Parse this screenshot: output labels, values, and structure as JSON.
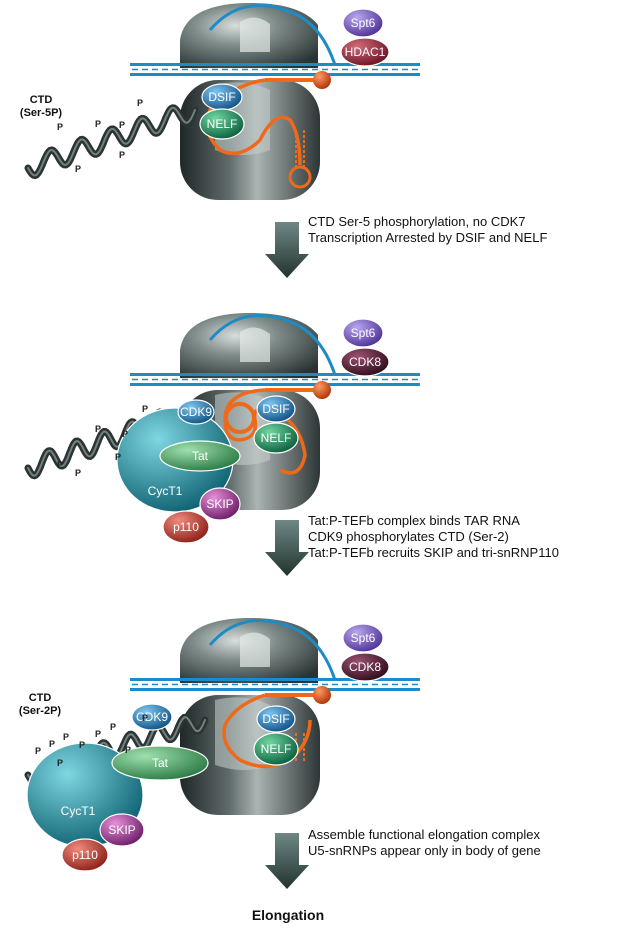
{
  "panels": [
    {
      "ctd_label": [
        "CTD",
        "(Ser-5P)"
      ],
      "factors": {
        "spt6": "Spt6",
        "top2": "HDAC1",
        "dsif": "DSIF",
        "nelf": "NELF"
      },
      "phospho": [
        "P",
        "P",
        "P",
        "P",
        "P",
        "P"
      ]
    },
    {
      "ctd_label": [],
      "factors": {
        "spt6": "Spt6",
        "top2": "CDK8",
        "dsif": "DSIF",
        "nelf": "NELF",
        "cdk9": "CDK9",
        "tat": "Tat",
        "cyct1": "CycT1",
        "skip": "SKIP",
        "p110": "p110"
      },
      "phospho": [
        "P",
        "P",
        "P",
        "P",
        "P",
        "P"
      ]
    },
    {
      "ctd_label": [
        "CTD",
        "(Ser-2P)"
      ],
      "factors": {
        "spt6": "Spt6",
        "top2": "CDK8",
        "dsif": "DSIF",
        "nelf": "NELF",
        "cdk9": "CDK9",
        "tat": "Tat",
        "cyct1": "CycT1",
        "skip": "SKIP",
        "p110": "p110"
      },
      "phospho": [
        "P",
        "P",
        "P",
        "P",
        "P",
        "P",
        "P",
        "P",
        "P"
      ]
    }
  ],
  "steps": [
    [
      "CTD Ser-5 phosphorylation, no CDK7",
      "Transcription Arrested by DSIF and NELF"
    ],
    [
      "Tat:P-TEFb complex binds TAR RNA",
      "CDK9 phosphorylates CTD (Ser-2)",
      "Tat:P-TEFb recruits SKIP and tri-snRNP110"
    ],
    [
      "Assemble functional elongation complex",
      "U5-snRNPs appear only in body of gene"
    ]
  ],
  "final_label": "Elongation",
  "colors": {
    "polymerase": "#3d4a4a",
    "polymerase_highlight": "#c9d2d0",
    "dna": "#1f8bc6",
    "rna": "#ee6a1a",
    "spt6": "#6a4fb0",
    "hdac1": "#8a2232",
    "cdk8": "#4a1a2c",
    "dsif": "#1f78b4",
    "nelf": "#11875a",
    "cdk9": "#1a7fb5",
    "tat": "#3a9e5a",
    "cyct1": "#1a8fa0",
    "skip": "#8a2a84",
    "p110": "#b8322a",
    "arrow": "#3a5450",
    "ctd": "#2c3433"
  }
}
